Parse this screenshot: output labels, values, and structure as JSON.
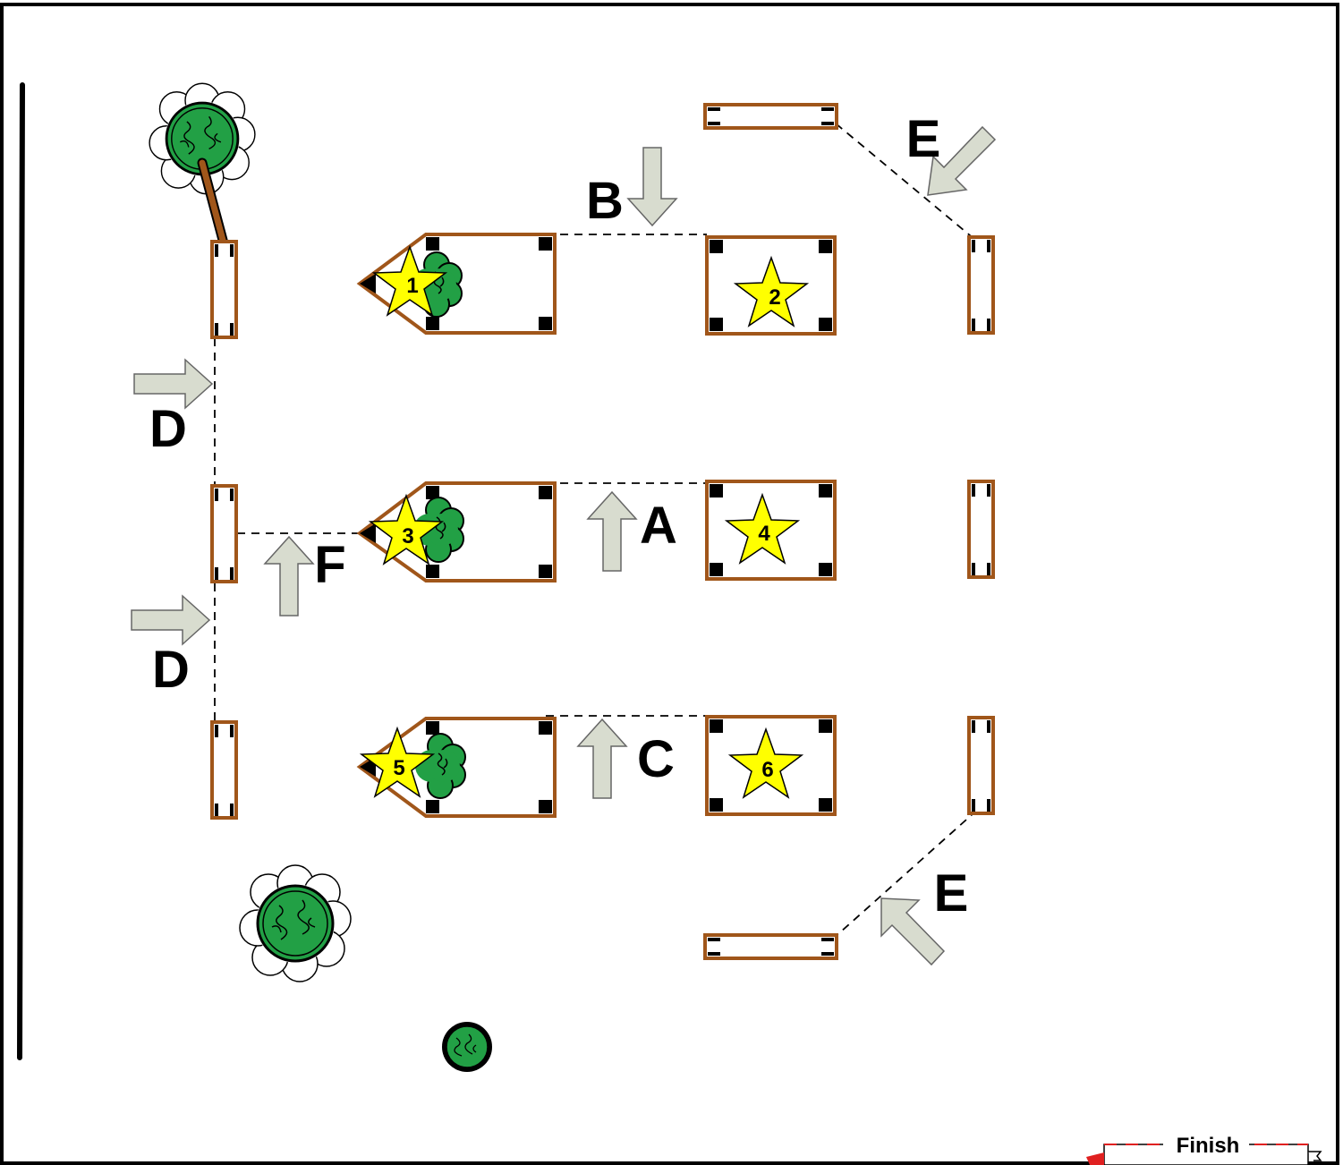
{
  "stations": [
    {
      "label": "1"
    },
    {
      "label": "2"
    },
    {
      "label": "3"
    },
    {
      "label": "4"
    },
    {
      "label": "5"
    },
    {
      "label": "6"
    }
  ],
  "entries": [
    {
      "label": "A"
    },
    {
      "label": "B"
    },
    {
      "label": "C"
    },
    {
      "label": "D"
    },
    {
      "label": "D"
    },
    {
      "label": "E"
    },
    {
      "label": "E"
    },
    {
      "label": "F"
    }
  ],
  "finish": {
    "label": "Finish"
  },
  "colors": {
    "wood": "#A0561A",
    "star": "#FFFF00",
    "tree": "#22A045",
    "arrow": "#D8DCCF",
    "finish_line": "#E02020"
  }
}
